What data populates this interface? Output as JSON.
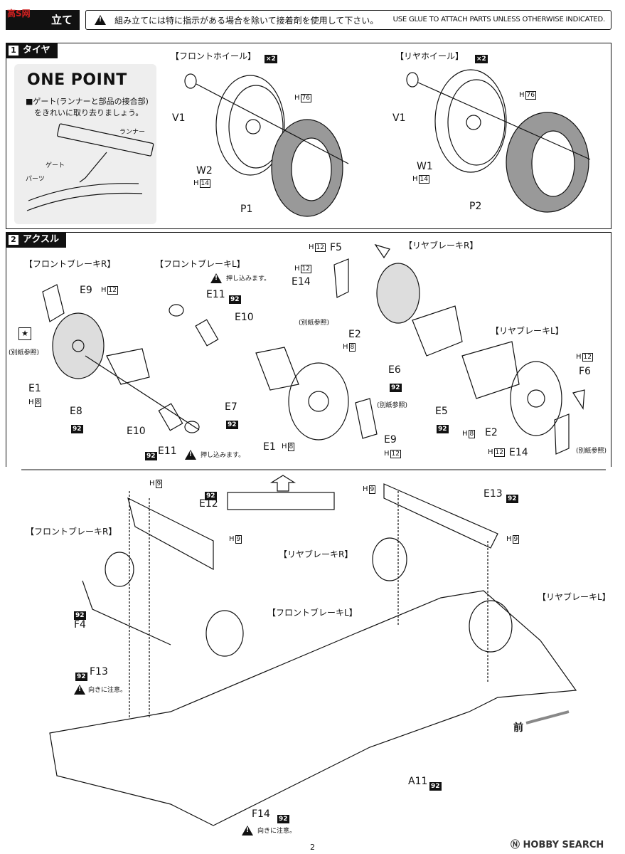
{
  "header": {
    "logo": "高S网",
    "step_title": "立て",
    "glue_note_jp": "組み立てには特に指示がある場合を除いて接着剤を使用して下さい。",
    "glue_note_en": "USE GLUE TO ATTACH PARTS UNLESS OTHERWISE INDICATED."
  },
  "section1": {
    "num": "1",
    "title": "タイヤ",
    "one_point": {
      "title": "ONE POINT",
      "text1": "■ゲート(ランナーと部品の接合部)",
      "text2": "をきれいに取り去りましょう。",
      "runner": "ランナー",
      "gate": "ゲート",
      "parts": "パーツ"
    },
    "front": {
      "label": "【フロントホイール】",
      "qty": "×2",
      "parts": [
        "V1",
        "W2",
        "P1"
      ],
      "h_top": "76",
      "h_bottom": "14"
    },
    "rear": {
      "label": "【リヤホイール】",
      "qty": "×2",
      "parts": [
        "V1",
        "W1",
        "P2"
      ],
      "h_top": "76",
      "h_bottom": "14"
    }
  },
  "section2": {
    "num": "2",
    "title": "アクスル",
    "front_brake_r": {
      "label": "【フロントブレーキR】",
      "e9": "E9",
      "e9_h": "12",
      "e1": "E1",
      "e1_h": "8",
      "e8": "E8",
      "e8_badge": "92",
      "e10": "E10",
      "e11": "E11",
      "e11_badge": "92",
      "push": "押し込みます。",
      "see_sheet": "(別紙参照)"
    },
    "front_brake_l": {
      "label": "【フロントブレーキL】",
      "push": "押し込みます。",
      "e11": "E11",
      "e11_badge": "92",
      "e10": "E10",
      "e7": "E7",
      "e7_badge": "92",
      "e1": "E1",
      "e1_h": "8",
      "e9": "E9",
      "e9_h": "12",
      "see_sheet": "(別紙参照)"
    },
    "rear_brake_r": {
      "label": "【リヤブレーキR】",
      "f5": "F5",
      "f5_h": "12",
      "e14": "E14",
      "e14_h": "12",
      "see_sheet": "(別紙参照)",
      "e2": "E2",
      "e2_h": "8",
      "e6": "E6",
      "e6_badge": "92"
    },
    "rear_brake_l": {
      "label": "【リヤブレーキL】",
      "f6": "F6",
      "f6_h": "12",
      "e5": "E5",
      "e5_badge": "92",
      "e2": "E2",
      "e2_h": "8",
      "e14": "E14",
      "e14_h": "12",
      "see_sheet": "(別紙参照)"
    }
  },
  "chassis": {
    "e12": "E12",
    "e12_badge": "92",
    "e12_h": "9",
    "e12_h2": "9",
    "e13": "E13",
    "e13_badge": "92",
    "e13_h": "9",
    "e13_h2": "9",
    "front_brake_r": "【フロントブレーキR】",
    "front_brake_l": "【フロントブレーキL】",
    "rear_brake_r": "【リヤブレーキR】",
    "rear_brake_l": "【リヤブレーキL】",
    "f4": "F4",
    "f4_badge": "92",
    "f13": "F13",
    "f13_badge": "92",
    "direction_note": "向きに注意。",
    "f14": "F14",
    "f14_badge": "92",
    "a11": "A11",
    "a11_badge": "92",
    "front": "前"
  },
  "footer": {
    "page": "2",
    "watermark": "HOBBY SEARCH"
  }
}
